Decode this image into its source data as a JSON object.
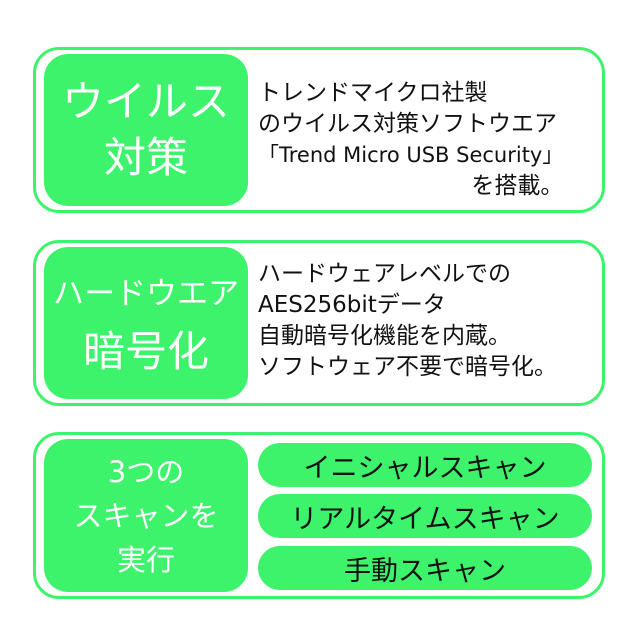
{
  "features": [
    {
      "label": [
        "ウイルス",
        "対策"
      ],
      "desc": [
        "トレンドマイクロ社製",
        "のウイルス対策ソフトウエア",
        "「Trend Micro USB Security」",
        "を搭載。"
      ]
    },
    {
      "label": [
        "ハードウエア",
        "暗号化"
      ],
      "desc": [
        "ハードウェアレベルでの",
        "AES256bitデータ",
        "自動暗号化機能を内蔵。",
        "ソフトウェア不要で暗号化。"
      ]
    },
    {
      "label": [
        "3つの",
        "スキャンを",
        "実行"
      ],
      "scans": [
        "イニシャルスキャン",
        "リアルタイムスキャン",
        "手動スキャン"
      ]
    }
  ],
  "accent": "#3df36c"
}
